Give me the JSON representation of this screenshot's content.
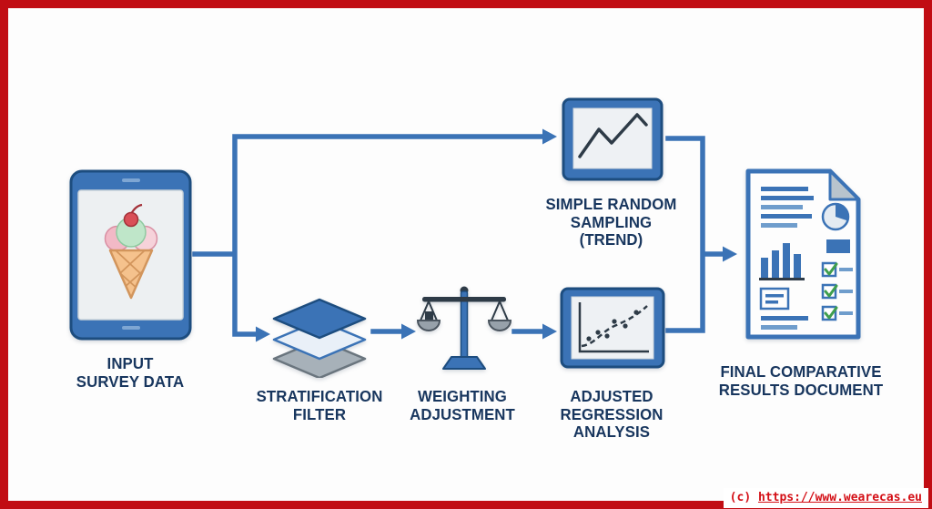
{
  "title": "Survey data processing flow diagram",
  "colors": {
    "frame_red": "#c10d13",
    "arrow_blue": "#3b73b6",
    "label_navy": "#18365e",
    "icon_blue": "#3b73b6",
    "icon_dark": "#2e3b47",
    "icon_gray": "#a7b1b9",
    "screen_light": "#eef1f4",
    "check_green": "#3f9e4d",
    "watermark_red": "#d40f16"
  },
  "icons": {
    "input": "tablet-ice-cream-icon",
    "stratification": "stacked-layers-icon",
    "weighting": "balance-scale-icon",
    "sampling": "trend-chart-monitor-icon",
    "regression": "regression-scatter-monitor-icon",
    "results": "report-document-icon"
  },
  "nodes": {
    "input": {
      "lines": [
        "INPUT",
        "SURVEY DATA"
      ]
    },
    "stratification": {
      "lines": [
        "STRATIFICATION",
        "FILTER"
      ]
    },
    "weighting": {
      "lines": [
        "WEIGHTING",
        "ADJUSTMENT"
      ]
    },
    "sampling": {
      "lines": [
        "SIMPLE RANDOM",
        "SAMPLING",
        "(TREND)"
      ]
    },
    "regression": {
      "lines": [
        "ADJUSTED",
        "REGRESSION",
        "ANALYSIS"
      ]
    },
    "results": {
      "lines": [
        "FINAL COMPARATIVE",
        "RESULTS DOCUMENT"
      ]
    }
  },
  "watermark": {
    "prefix": "(c) ",
    "url": "https://www.wearecas.eu"
  }
}
